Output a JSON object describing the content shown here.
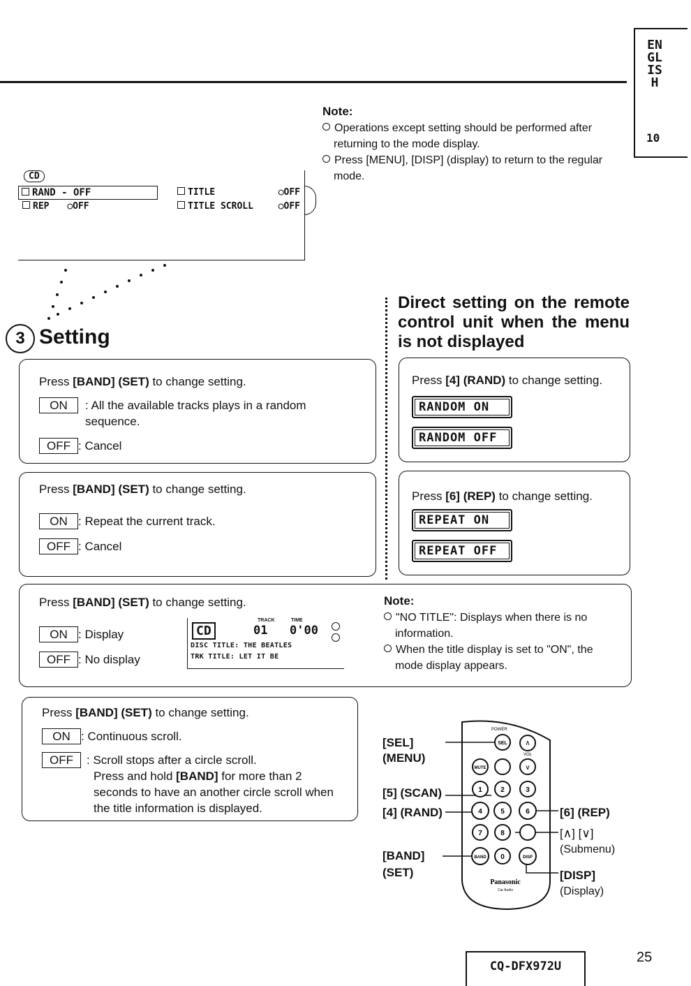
{
  "side_tab": {
    "lang": "ENGLISH",
    "number": "10"
  },
  "note_top": {
    "title": "Note:",
    "items": [
      "Operations except setting should be performed after returning to the mode display.",
      "Press [MENU], [DISP] (display) to return to the regular mode."
    ]
  },
  "menu_display": {
    "source": "CD",
    "row1_left": "RAND - OFF",
    "row1_right_label": "TITLE",
    "row1_right_value": "OFF",
    "row2_left_label": "REP",
    "row2_left_value": "OFF",
    "row2_right_label": "TITLE SCROLL",
    "row2_right_value": "OFF"
  },
  "setting": {
    "step": "3",
    "title": "Setting"
  },
  "box_random": {
    "press": [
      "Press ",
      "[BAND] (SET)",
      " to change setting."
    ],
    "on_key": "ON",
    "on_text": ": All the available tracks plays in a random sequence.",
    "off_key": "OFF",
    "off_text": ": Cancel"
  },
  "box_repeat": {
    "press": [
      "Press ",
      "[BAND] (SET)",
      " to change setting."
    ],
    "on_key": "ON",
    "on_text": ": Repeat the current track.",
    "off_key": "OFF",
    "off_text": ": Cancel"
  },
  "box_title": {
    "press": [
      "Press ",
      "[BAND] (SET)",
      " to change setting."
    ],
    "on_key": "ON",
    "on_text": ": Display",
    "off_key": "OFF",
    "off_text": ": No display",
    "lcd": {
      "source": "CD",
      "track_label": "TRACK",
      "track": "01",
      "time_label": "TIME",
      "time": "0'00",
      "line1": "DISC TITLE: THE BEATLES",
      "line2": "TRK TITLE: LET IT BE"
    }
  },
  "box_scroll": {
    "press": [
      "Press ",
      "[BAND] (SET)",
      " to change setting."
    ],
    "on_key": "ON",
    "on_text": ": Continuous scroll.",
    "off_key": "OFF",
    "off_text": ": Scroll stops after a circle scroll.",
    "extra_pre": "Press and hold ",
    "extra_key": "[BAND]",
    "extra_post": " for more than 2 seconds to have an another circle scroll when the title information is displayed."
  },
  "direct": {
    "heading": "Direct setting on the remote control unit when the menu is not displayed",
    "rand": {
      "press": [
        "Press ",
        "[4] (RAND)",
        " to change setting."
      ],
      "on": "RANDOM ON",
      "off": "RANDOM OFF"
    },
    "rep": {
      "press": [
        "Press ",
        "[6] (REP)",
        " to change setting."
      ],
      "on": "REPEAT ON",
      "off": "REPEAT OFF"
    }
  },
  "note_title": {
    "title": "Note:",
    "item1_key": "\"NO TITLE\"",
    "item1_text": ": Displays when there is no information.",
    "item2": "When the title display is set to \"ON\", the mode display appears."
  },
  "remote": {
    "sel": "[SEL]",
    "menu": "(MENU)",
    "scan": "[5] (SCAN)",
    "rand": "[4] (RAND)",
    "band": "[BAND]",
    "set": "(SET)",
    "rep": "[6] (REP)",
    "updown": "[∧] [∨]",
    "submenu": "(Submenu)",
    "disp": "[DISP]",
    "display": "(Display)",
    "buttons": {
      "power": "POWER",
      "vol": "VOL",
      "sel": "SEL",
      "mute": "MUTE",
      "b1": "1",
      "b2": "2",
      "b3": "3",
      "b4": "4",
      "b5": "5",
      "b6": "6",
      "b7": "7",
      "b8": "8",
      "b0": "0",
      "band": "BAND",
      "disp": "DISP",
      "brand": "Panasonic",
      "sub": "Car Audio"
    }
  },
  "footer": {
    "model": "CQ-DFX972U",
    "page": "25"
  }
}
